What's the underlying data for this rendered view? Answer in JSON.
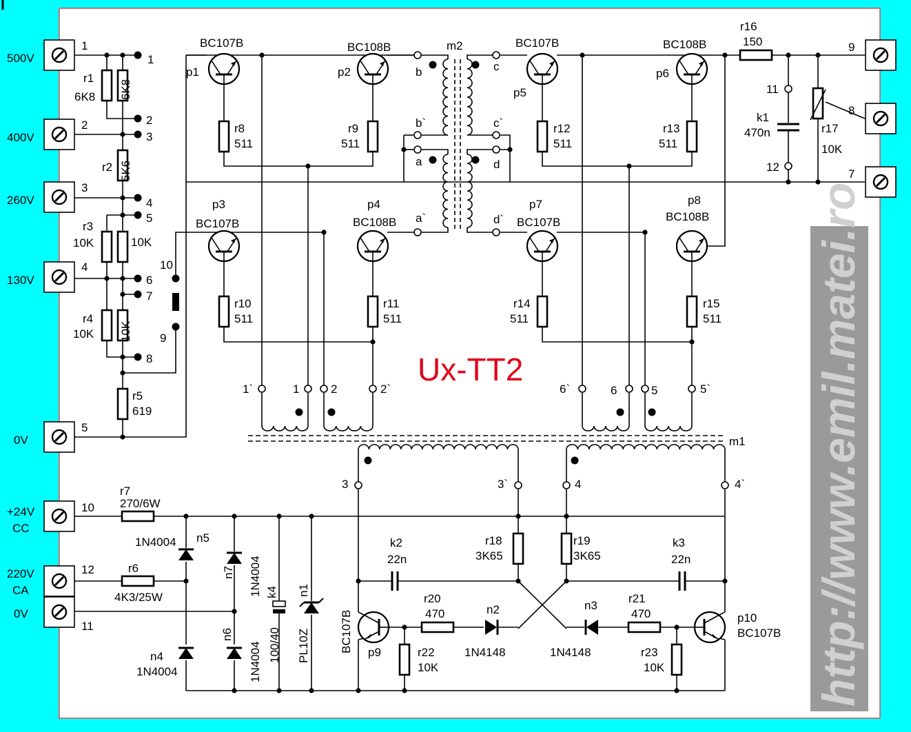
{
  "title": "Ux-TT2",
  "watermark": "http://www.emil.matei.ro",
  "colors": {
    "page": "#00ffff",
    "board": "#ffffff",
    "title": "#e0001a",
    "wires": "#000000",
    "watermark_strip": "#9a9a9a"
  },
  "terminals": {
    "t1": {
      "number": "1",
      "label": "500V"
    },
    "t2": {
      "number": "2",
      "label": "400V"
    },
    "t3": {
      "number": "3",
      "label": "260V"
    },
    "t4": {
      "number": "4",
      "label": "130V"
    },
    "t5": {
      "number": "5",
      "label": "0V"
    },
    "t10": {
      "number": "10",
      "label": "+24V",
      "label2": "CC"
    },
    "t12": {
      "number": "12",
      "label": "220V",
      "label2": "CA"
    },
    "t11": {
      "number": "11",
      "label": "0V"
    },
    "t9": {
      "number": "9"
    },
    "t8": {
      "number": "8"
    },
    "t7": {
      "number": "7"
    }
  },
  "taps": {
    "p1": "1",
    "p2": "2",
    "p3": "3",
    "p4": "4",
    "p5": "5",
    "p6": "6",
    "p7": "7",
    "p8": "8",
    "p9": "9",
    "p10": "10",
    "p11": "11",
    "p12": "12"
  },
  "resistors": {
    "r1": {
      "name": "r1",
      "value": "6K8"
    },
    "r1b": {
      "value": "6K8"
    },
    "r2": {
      "name": "r2",
      "value": "5K6"
    },
    "r3": {
      "name": "r3",
      "value": "10K"
    },
    "r3b": {
      "value": "10K"
    },
    "r4": {
      "name": "r4",
      "value": "10K"
    },
    "r4b": {
      "value": "10K"
    },
    "r5": {
      "name": "r5",
      "value": "619"
    },
    "r6": {
      "name": "r6",
      "value": "4K3/25W"
    },
    "r7": {
      "name": "r7",
      "value": "270/6W"
    },
    "r8": {
      "name": "r8",
      "value": "511"
    },
    "r9": {
      "name": "r9",
      "value": "511"
    },
    "r10": {
      "name": "r10",
      "value": "511"
    },
    "r11": {
      "name": "r11",
      "value": "511"
    },
    "r12": {
      "name": "r12",
      "value": "511"
    },
    "r13": {
      "name": "r13",
      "value": "511"
    },
    "r14": {
      "name": "r14",
      "value": "511"
    },
    "r15": {
      "name": "r15",
      "value": "511"
    },
    "r16": {
      "name": "r16",
      "value": "150"
    },
    "r17": {
      "name": "r17",
      "value": "10K"
    },
    "r18": {
      "name": "r18",
      "value": "3K65"
    },
    "r19": {
      "name": "r19",
      "value": "3K65"
    },
    "r20": {
      "name": "r20",
      "value": "470"
    },
    "r21": {
      "name": "r21",
      "value": "470"
    },
    "r22": {
      "name": "r22",
      "value": "10K"
    },
    "r23": {
      "name": "r23",
      "value": "10K"
    }
  },
  "transistors": {
    "p1": {
      "name": "p1",
      "type": "BC107B"
    },
    "p2": {
      "name": "p2",
      "type": "BC108B"
    },
    "p3": {
      "name": "p3",
      "type": "BC107B"
    },
    "p4": {
      "name": "p4",
      "type": "BC108B"
    },
    "p5": {
      "name": "p5",
      "type": "BC107B"
    },
    "p6": {
      "name": "p6",
      "type": "BC108B"
    },
    "p7": {
      "name": "p7",
      "type": "BC107B"
    },
    "p8": {
      "name": "p8",
      "type": "BC108B"
    },
    "p9": {
      "name": "p9",
      "type": "BC107B"
    },
    "p10": {
      "name": "p10",
      "type": "BC107B"
    }
  },
  "capacitors": {
    "k1": {
      "name": "k1",
      "value": "470n"
    },
    "k2": {
      "name": "k2",
      "value": "22n"
    },
    "k3": {
      "name": "k3",
      "value": "22n"
    },
    "k4": {
      "name": "k4",
      "value": "100/40"
    }
  },
  "diodes": {
    "n1": {
      "name": "n1",
      "type": "PL10Z"
    },
    "n2": {
      "name": "n2",
      "type": "1N4148"
    },
    "n3": {
      "name": "n3",
      "type": "1N4148"
    },
    "n4": {
      "name": "n4",
      "type": "1N4004"
    },
    "n5": {
      "name": "n5",
      "type": "1N4004"
    },
    "n6": {
      "name": "n6",
      "type": "1N4004"
    },
    "n7": {
      "name": "n7",
      "type": "1N4004"
    }
  },
  "transformers": {
    "m1": "m1",
    "m2": "m2"
  },
  "pins": {
    "b": "b",
    "bp": "b`",
    "a": "a",
    "ap": "a`",
    "c": "c",
    "cp": "c`",
    "d": "d",
    "dp": "d`",
    "o1p": "1`",
    "o1": "1",
    "o2": "2",
    "o2p": "2`",
    "o6p": "6`",
    "o6": "6",
    "o5": "5",
    "o5p": "5`",
    "o3": "3",
    "o3p": "3`",
    "o4": "4",
    "o4p": "4`",
    "o11": "11",
    "o12": "12"
  }
}
